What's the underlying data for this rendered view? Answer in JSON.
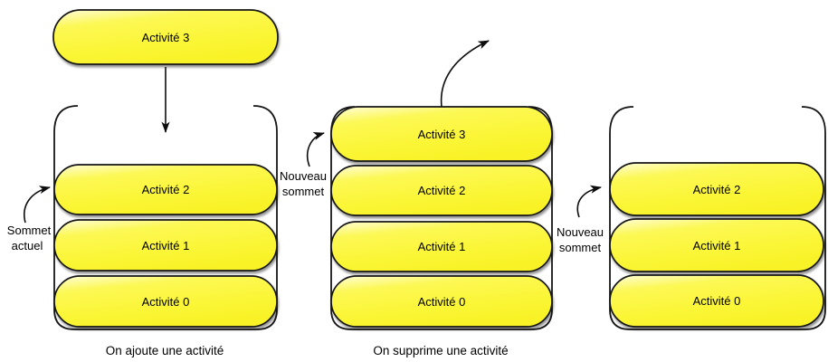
{
  "colors": {
    "background": "#FFFFFF",
    "pill_yellow": "#FBF636",
    "pill_highlight": "#FFFDDC",
    "outline": "#141414",
    "text": "#000000"
  },
  "floating_pill": {
    "label": "Activité 3"
  },
  "stacks": [
    {
      "pills": [
        "Activité 2",
        "Activité 1",
        "Activité 0"
      ],
      "caption": "On ajoute une activité"
    },
    {
      "pills": [
        "Activité 3",
        "Activité 2",
        "Activité 1",
        "Activité 0"
      ],
      "caption": "On supprime une activité"
    },
    {
      "pills": [
        "Activité 2",
        "Activité 1",
        "Activité 0"
      ]
    }
  ],
  "annotations": {
    "sommet_actuel": {
      "line1": "Sommet",
      "line2": "actuel"
    },
    "nouveau_sommet_milieu": {
      "line1": "Nouveau",
      "line2": "sommet"
    },
    "nouveau_sommet_droite": {
      "line1": "Nouveau",
      "line2": "sommet"
    }
  }
}
